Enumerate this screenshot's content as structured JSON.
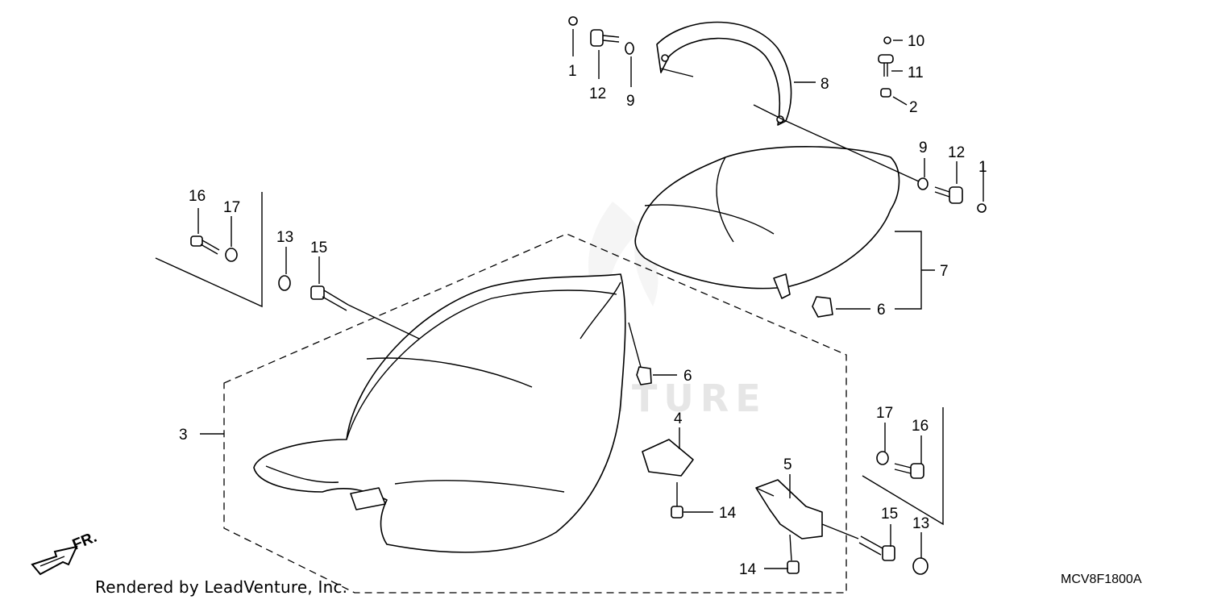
{
  "watermark": "LEADVENTURE",
  "footer_text": "Rendered by LeadVenture, Inc.",
  "diagram_code": "MCV8F1800A",
  "front_indicator": "FR.",
  "callouts": [
    {
      "id": "c1a",
      "num": "1"
    },
    {
      "id": "c12a",
      "num": "12"
    },
    {
      "id": "c9a",
      "num": "9"
    },
    {
      "id": "c8",
      "num": "8"
    },
    {
      "id": "c10",
      "num": "10"
    },
    {
      "id": "c11",
      "num": "11"
    },
    {
      "id": "c2",
      "num": "2"
    },
    {
      "id": "c9b",
      "num": "9"
    },
    {
      "id": "c12b",
      "num": "12"
    },
    {
      "id": "c1b",
      "num": "1"
    },
    {
      "id": "c16a",
      "num": "16"
    },
    {
      "id": "c17a",
      "num": "17"
    },
    {
      "id": "c13a",
      "num": "13"
    },
    {
      "id": "c15a",
      "num": "15"
    },
    {
      "id": "c7",
      "num": "7"
    },
    {
      "id": "c6a",
      "num": "6"
    },
    {
      "id": "c6b",
      "num": "6"
    },
    {
      "id": "c3",
      "num": "3"
    },
    {
      "id": "c4",
      "num": "4"
    },
    {
      "id": "c14a",
      "num": "14"
    },
    {
      "id": "c5",
      "num": "5"
    },
    {
      "id": "c17b",
      "num": "17"
    },
    {
      "id": "c16b",
      "num": "16"
    },
    {
      "id": "c15b",
      "num": "15"
    },
    {
      "id": "c13b",
      "num": "13"
    },
    {
      "id": "c14b",
      "num": "14"
    }
  ]
}
